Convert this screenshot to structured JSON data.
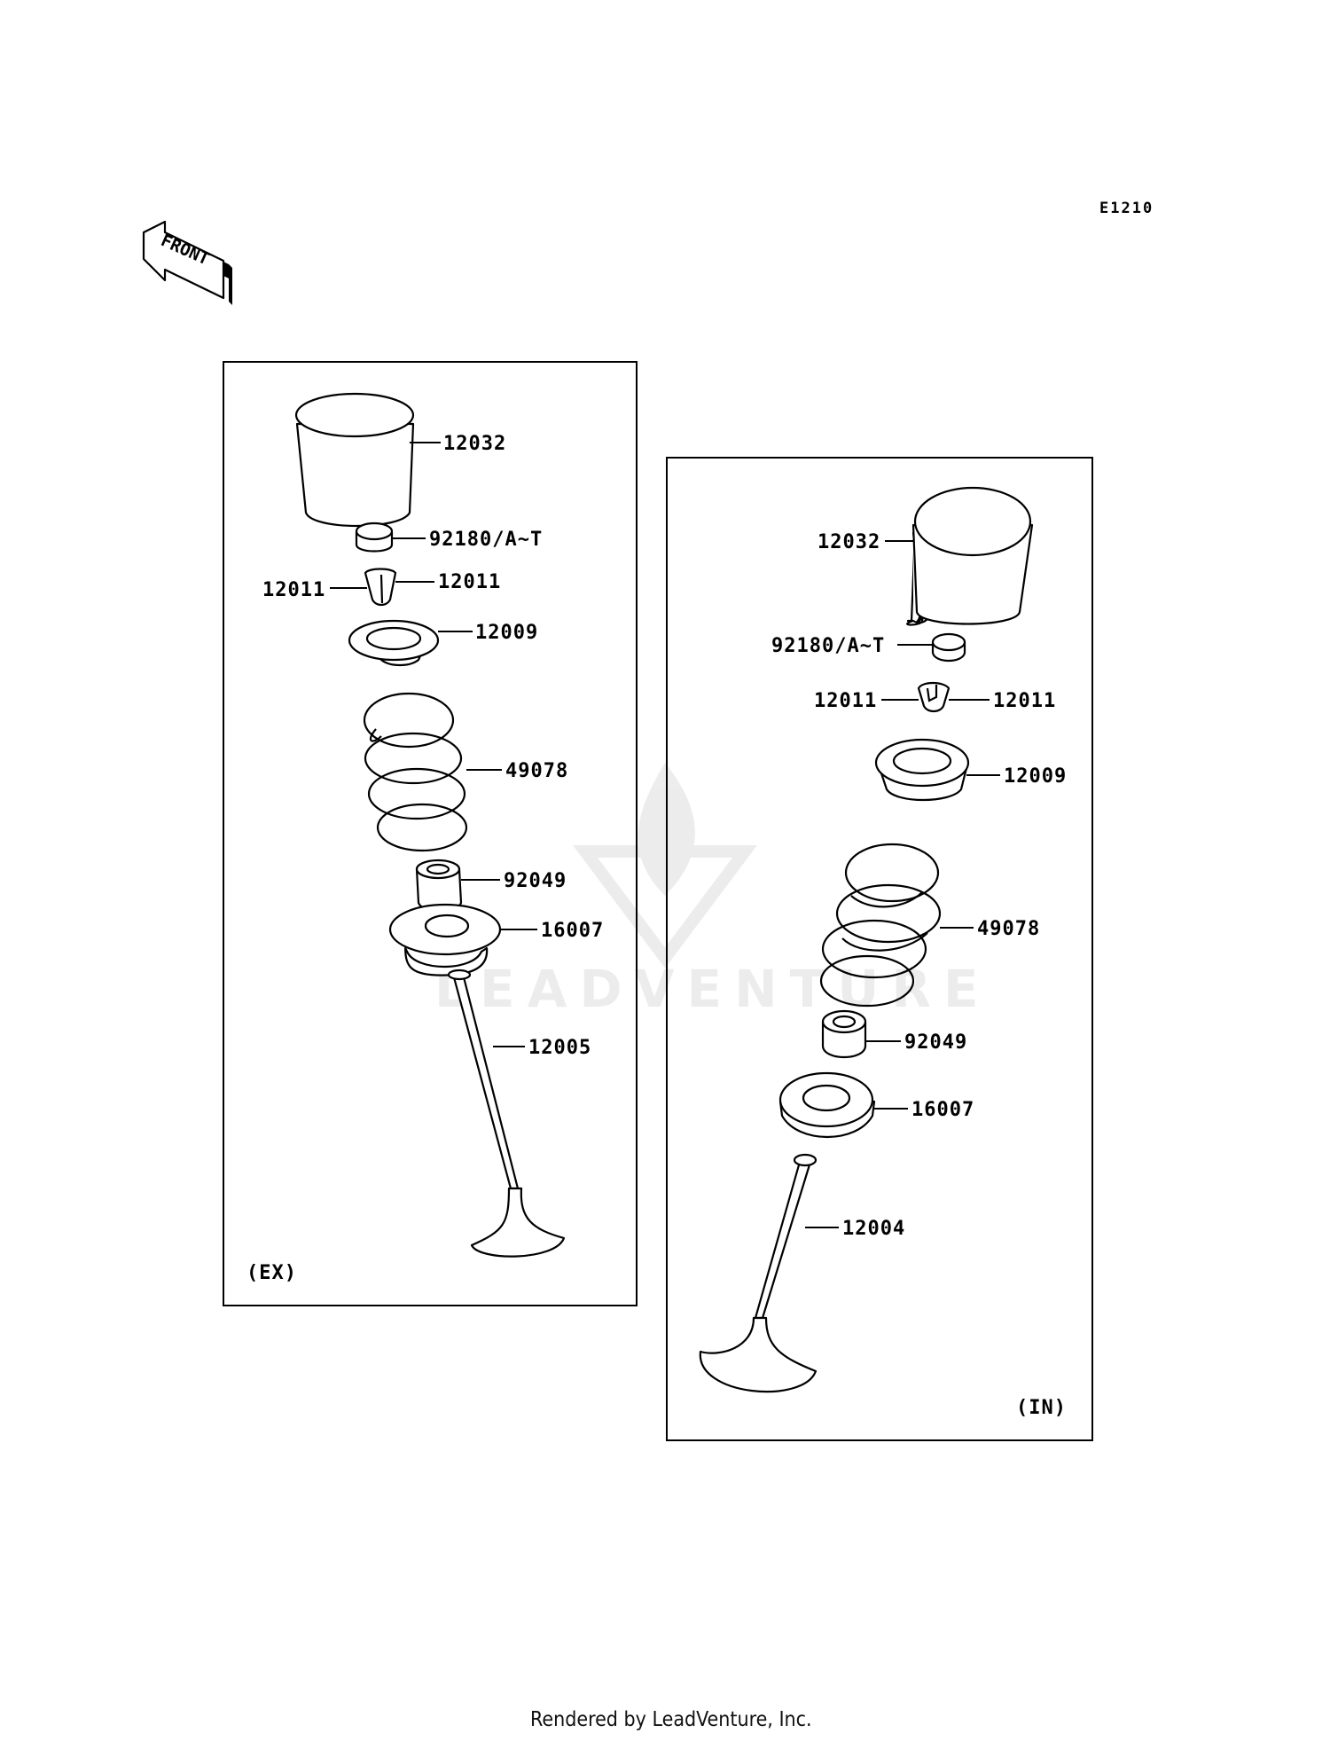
{
  "diagram_code": "E1210",
  "front_arrow_label": "FRONT",
  "watermark_text": "LEADVENTURE",
  "footer_text": "Rendered by LeadVenture, Inc.",
  "exhaust_panel": {
    "caption": "(EX)",
    "labels": {
      "tappet": "12032",
      "shim": "92180/A~T",
      "cotter_left": "12011",
      "cotter_right": "12011",
      "retainer": "12009",
      "spring": "49078",
      "stem_seal": "92049",
      "spring_seat": "16007",
      "valve": "12005"
    }
  },
  "intake_panel": {
    "caption": "(IN)",
    "labels": {
      "tappet": "12032",
      "shim": "92180/A~T",
      "cotter_left": "12011",
      "cotter_right": "12011",
      "retainer": "12009",
      "spring": "49078",
      "stem_seal": "92049",
      "spring_seat": "16007",
      "valve": "12004"
    }
  }
}
